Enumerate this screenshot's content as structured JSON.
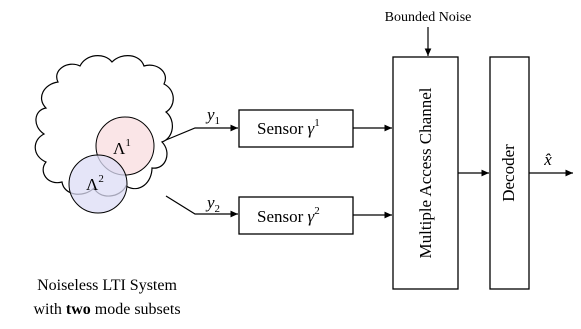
{
  "noise_label": "Bounded Noise",
  "system": {
    "caption_line1": "Noiseless LTI System",
    "caption_line2_pre": "with ",
    "caption_line2_bold": "two",
    "caption_line2_post": " mode subsets",
    "subset1": {
      "symbol": "Λ",
      "sup": "1",
      "color": "#f8dcdf"
    },
    "subset2": {
      "symbol": "Λ",
      "sup": "2",
      "color": "#dcdcf5"
    }
  },
  "signals": {
    "y1": {
      "base": "y",
      "sub": "1"
    },
    "y2": {
      "base": "y",
      "sub": "2"
    },
    "xhat": "x̂"
  },
  "sensors": {
    "sensor1": {
      "label": "Sensor ",
      "gamma": "γ",
      "sup": "1"
    },
    "sensor2": {
      "label": "Sensor ",
      "gamma": "γ",
      "sup": "2"
    }
  },
  "channel_label": "Multiple Access Channel",
  "decoder_label": "Decoder"
}
